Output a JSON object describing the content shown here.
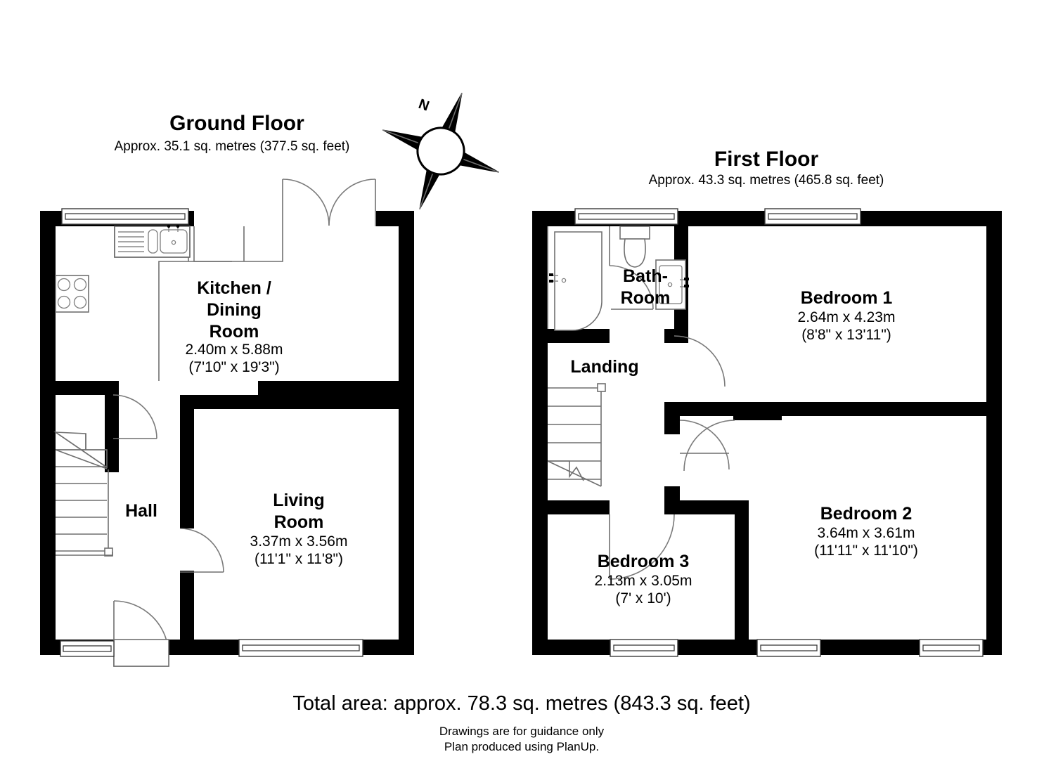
{
  "document": {
    "type": "floor-plan",
    "ground_floor": {
      "title": "Ground Floor",
      "area_text": "Approx. 35.1 sq. metres (377.5 sq. feet)",
      "rooms": [
        {
          "name": "Kitchen / Dining Room",
          "name_line1": "Kitchen /",
          "name_line2": "Dining",
          "name_line3": "Room",
          "dim_metric": "2.40m x 5.88m",
          "dim_imperial": "(7'10\" x 19'3\")"
        },
        {
          "name": "Living Room",
          "name_line1": "Living",
          "name_line2": "Room",
          "dim_metric": "3.37m x 3.56m",
          "dim_imperial": "(11'1\" x 11'8\")"
        },
        {
          "name": "Hall",
          "name_line1": "Hall",
          "dim_metric": "",
          "dim_imperial": ""
        }
      ],
      "fixtures": [
        "sink-with-drainer",
        "hob-4-ring",
        "staircase-up",
        "front-door",
        "french-doors",
        "windows"
      ]
    },
    "first_floor": {
      "title": "First Floor",
      "area_text": "Approx. 43.3 sq. metres (465.8 sq. feet)",
      "rooms": [
        {
          "name": "Bedroom 1",
          "name_line1": "Bedroom 1",
          "dim_metric": "2.64m x 4.23m",
          "dim_imperial": "(8'8\" x 13'11\")"
        },
        {
          "name": "Bedroom 2",
          "name_line1": "Bedroom 2",
          "dim_metric": "3.64m x 3.61m",
          "dim_imperial": "(11'11\" x 11'10\")"
        },
        {
          "name": "Bedroom 3",
          "name_line1": "Bedroom 3",
          "dim_metric": "2.13m x 3.05m",
          "dim_imperial": "(7' x 10')"
        },
        {
          "name": "Bath-Room",
          "name_line1": "Bath-",
          "name_line2": "Room",
          "dim_metric": "",
          "dim_imperial": ""
        },
        {
          "name": "Landing",
          "name_line1": "Landing",
          "dim_metric": "",
          "dim_imperial": ""
        }
      ],
      "fixtures": [
        "bath-tub",
        "toilet-wc",
        "wash-basin",
        "staircase-down",
        "windows"
      ]
    },
    "compass": {
      "label": "N",
      "icon": "compass-rose-icon"
    },
    "footer": {
      "total_area": "Total area: approx. 78.3 sq. metres (843.3 sq. feet)",
      "note_line1": "Drawings are for guidance only",
      "note_line2": "Plan produced using PlanUp."
    },
    "colors": {
      "wall": "#000000",
      "background": "#ffffff",
      "text": "#000000",
      "thin_line": "#6f6f6f"
    }
  }
}
